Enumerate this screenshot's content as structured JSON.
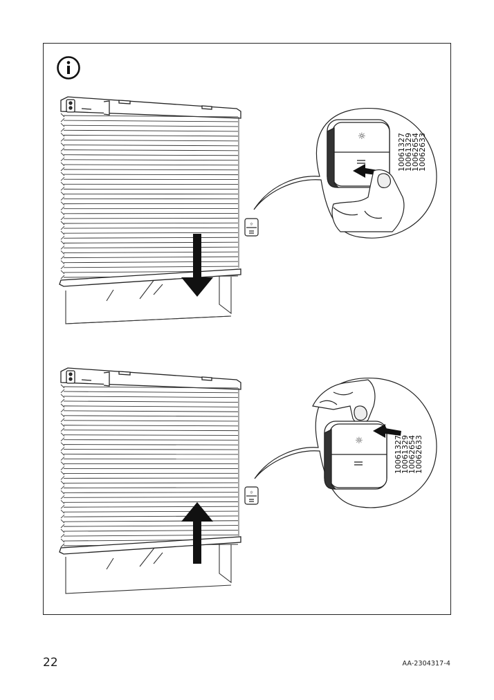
{
  "page": {
    "number": "22",
    "doc_code": "AA-2304317-4"
  },
  "icons": {
    "info": "info-circle-icon",
    "sun_button": "sun-icon",
    "lines_button": "double-line-icon"
  },
  "panels": [
    {
      "action": "lower",
      "arrow": "down-arrow-icon",
      "pressed_button": "bottom",
      "article_numbers": [
        "10061327",
        "10061329",
        "10062654",
        "10062633"
      ]
    },
    {
      "action": "raise",
      "arrow": "up-arrow-icon",
      "pressed_button": "top",
      "article_numbers": [
        "10061327",
        "10061329",
        "10062654",
        "10062633"
      ]
    }
  ]
}
